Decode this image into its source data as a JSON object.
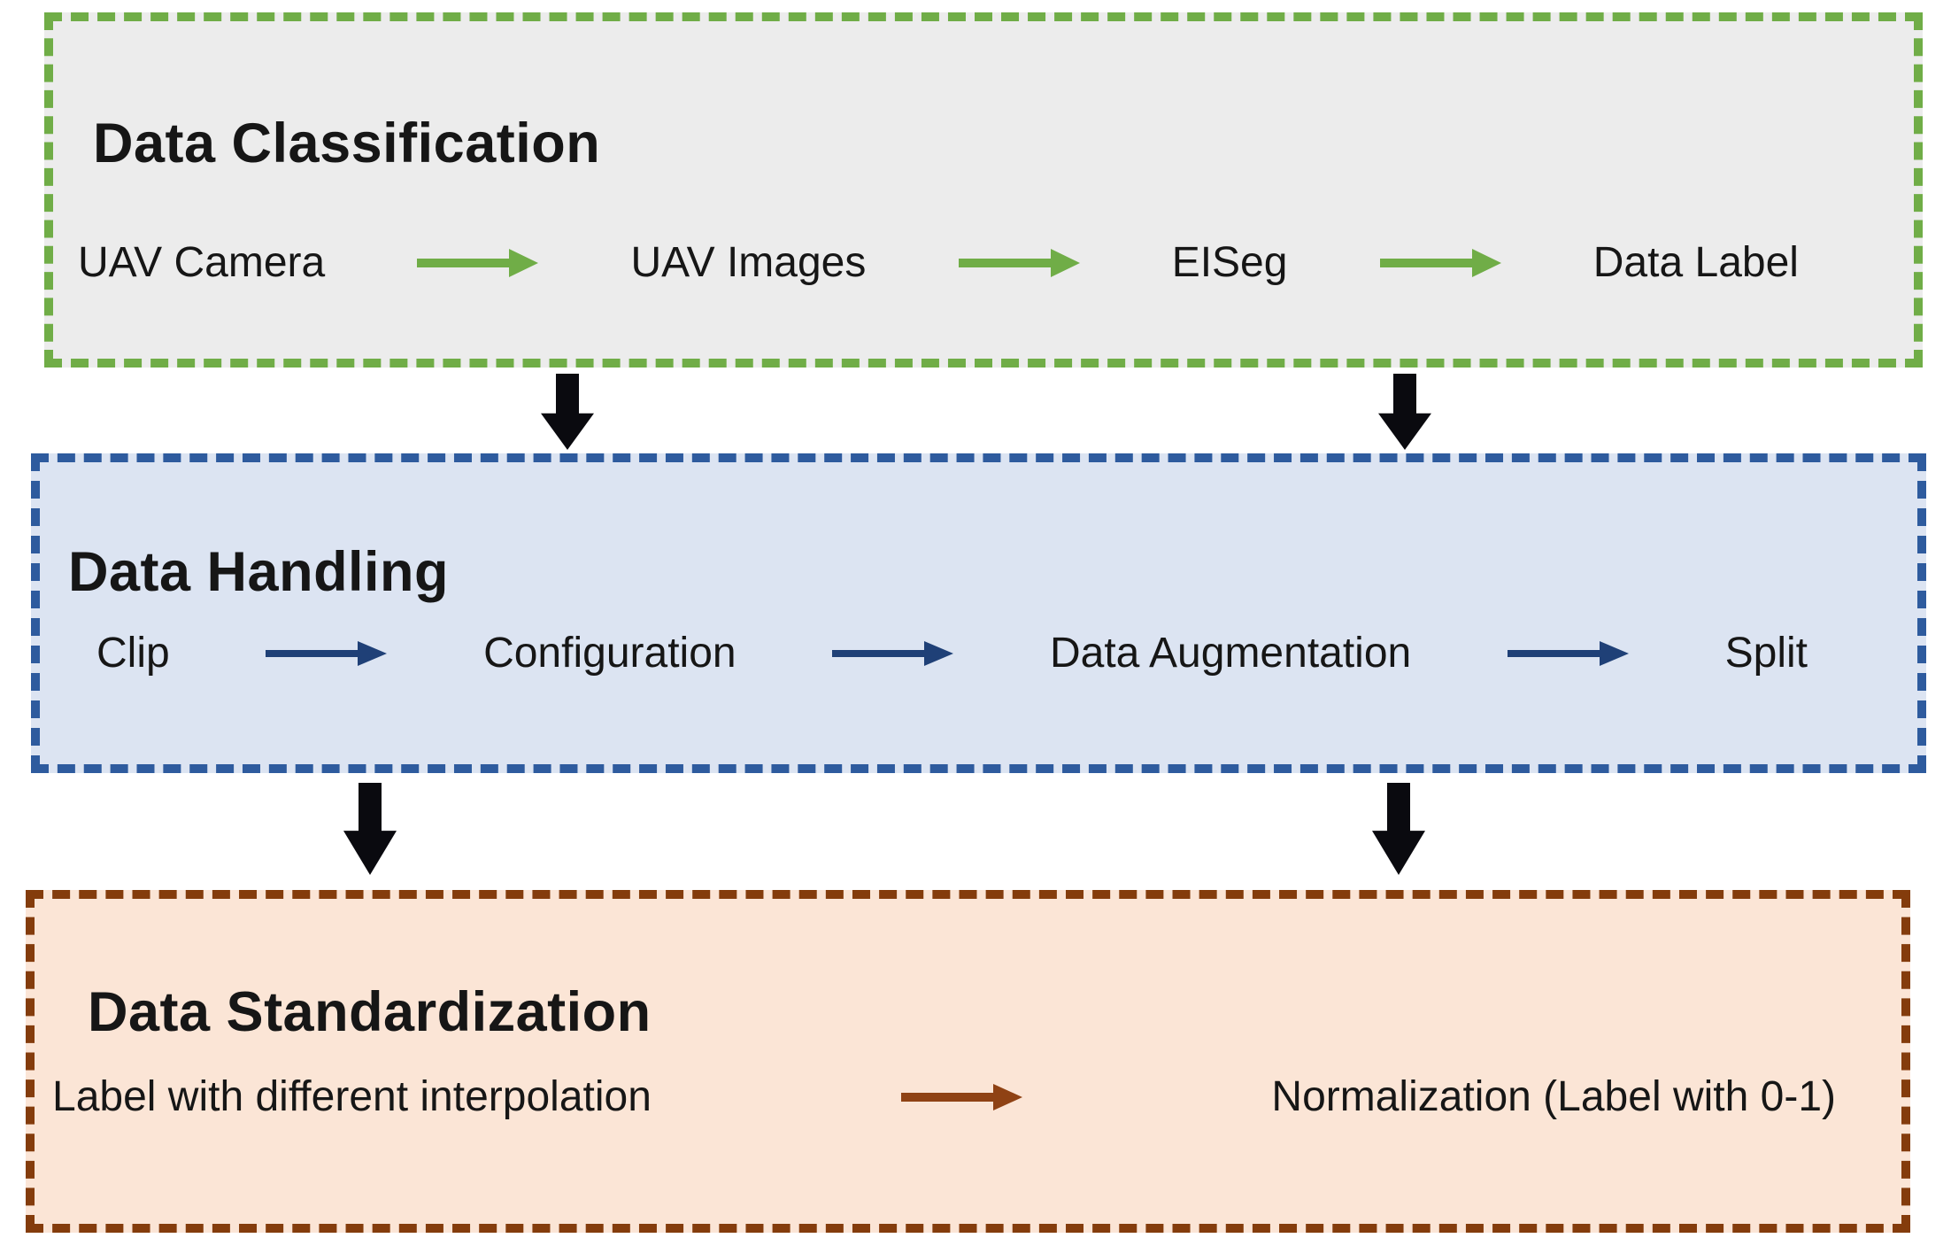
{
  "connector_color": "#0a0a0f",
  "boxes": [
    {
      "title": "Data Classification",
      "items": [
        "UAV Camera",
        "UAV Images",
        "EISeg",
        "Data Label"
      ],
      "border_color": "#70ad47",
      "bg_color": "#ececec",
      "arrow_color": "#70ad47"
    },
    {
      "title": "Data Handling",
      "items": [
        "Clip",
        "Configuration",
        "Data Augmentation",
        "Split"
      ],
      "border_color": "#2e5b9e",
      "bg_color": "#dce4f2",
      "arrow_color": "#1f4077"
    },
    {
      "title": "Data Standardization",
      "items": [
        "Label with different interpolation",
        "Normalization (Label with 0-1)"
      ],
      "border_color": "#843c0c",
      "bg_color": "#fbe5d6",
      "arrow_color": "#8f4214"
    }
  ]
}
